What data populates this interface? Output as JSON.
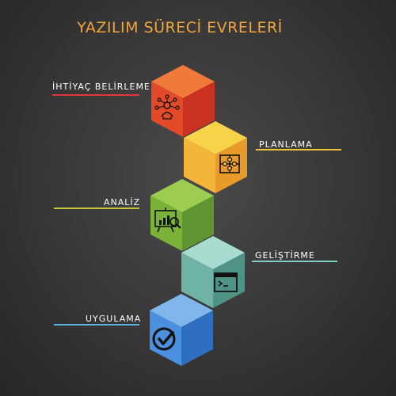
{
  "title": "YAZILIM SÜRECİ EVRELERİ",
  "stages": [
    {
      "label": "İHTİYAÇ BELİRLEME",
      "icon": "people-network-icon",
      "top": "#f07a3a",
      "left": "#e24a2a",
      "right": "#c93220",
      "line": "#e2343a"
    },
    {
      "label": "PLANLAMA",
      "icon": "puzzle-icon",
      "top": "#f8d34a",
      "left": "#f3b53a",
      "right": "#e89a2a",
      "line": "#f2c43a"
    },
    {
      "label": "ANALİZ",
      "icon": "analysis-board-icon",
      "top": "#9ccc50",
      "left": "#7bb23a",
      "right": "#5e9530",
      "line": "#c7c63a"
    },
    {
      "label": "GELİŞTİRME",
      "icon": "terminal-icon",
      "top": "#a9dcd0",
      "left": "#6fb3a5",
      "right": "#4e9383",
      "line": "#7fcfc4"
    },
    {
      "label": "UYGULAMA",
      "icon": "check-circle-icon",
      "top": "#7fb6ec",
      "left": "#4a90df",
      "right": "#2f6fbf",
      "line": "#5ab0e0"
    }
  ]
}
